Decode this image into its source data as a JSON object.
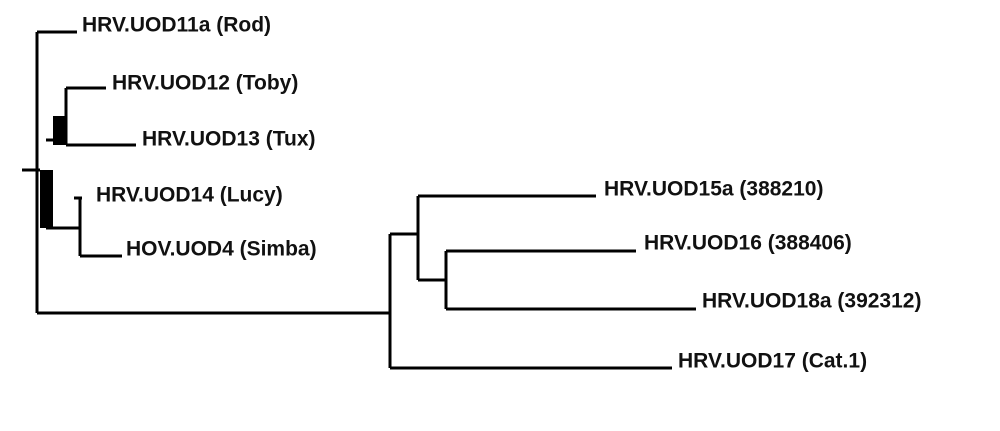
{
  "tree": {
    "line_color": "#000000",
    "text_color": "#111111",
    "leaves": [
      {
        "key": "rod",
        "label": "HRV.UOD11a (Rod)"
      },
      {
        "key": "toby",
        "label": "HRV.UOD12 (Toby)"
      },
      {
        "key": "tux",
        "label": "HRV.UOD13 (Tux)"
      },
      {
        "key": "lucy",
        "label": "HRV.UOD14 (Lucy)"
      },
      {
        "key": "simba",
        "label": "HOV.UOD4 (Simba)"
      },
      {
        "key": "s388210",
        "label": "HRV.UOD15a (388210)"
      },
      {
        "key": "s388406",
        "label": "HRV.UOD16 (388406)"
      },
      {
        "key": "s392312",
        "label": "HRV.UOD18a (392312)"
      },
      {
        "key": "cat1",
        "label": "HRV.UOD17 (Cat.1)"
      }
    ]
  }
}
